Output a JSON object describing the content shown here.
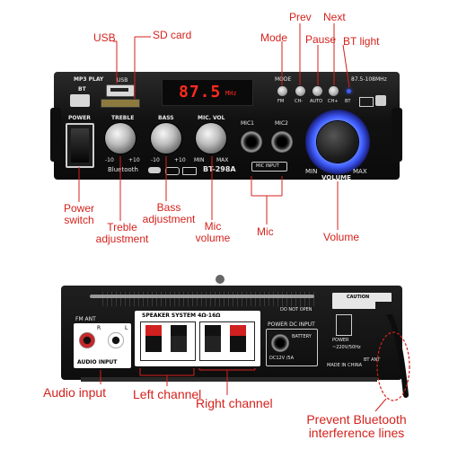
{
  "callouts": {
    "usb": "USB",
    "sd_card": "SD card",
    "mode": "Mode",
    "prev": "Prev",
    "pause": "Pause",
    "next": "Next",
    "bt_light": "BT light",
    "power_switch_l1": "Power",
    "power_switch_l2": "switch",
    "treble_l1": "Treble",
    "treble_l2": "adjustment",
    "bass_l1": "Bass",
    "bass_l2": "adjustment",
    "mic_vol_l1": "Mic",
    "mic_vol_l2": "volume",
    "mic": "Mic",
    "volume": "Volume",
    "audio_input": "Audio input",
    "left_channel": "Left channel",
    "right_channel": "Right channel",
    "prevent_bt_l1": "Prevent Bluetooth",
    "prevent_bt_l2": "interference lines"
  },
  "front_panel": {
    "mp3_play": "MP3 PLAY",
    "bt": "BT",
    "usb_label": "USB",
    "display": "87.5",
    "display_unit": "MHz",
    "power": "POWER",
    "treble": "TREBLE",
    "bass": "BASS",
    "mic_vol": "MIC. VOL",
    "min": "MIN",
    "max": "MAX",
    "minus10": "-10",
    "plus10": "+10",
    "bluetooth": "Bluetooth",
    "model": "BT-298A",
    "mic1": "MIC1",
    "mic2": "MIC2",
    "mic_input": "MIC INPUT",
    "mode_btn": "MODE",
    "fm_range": "87.5-108MHz",
    "fm": "FM",
    "ch_minus": "CH-",
    "auto": "AUTO",
    "ch_plus": "CH+",
    "bt_small": "BT",
    "volume": "VOLUME",
    "vol_min": "MIN",
    "vol_max": "MAX"
  },
  "rear_panel": {
    "fm_ant": "FM ANT",
    "audio_input": "AUDIO INPUT",
    "r": "R",
    "l": "L",
    "speaker_system": "SPEAKER SYSTEM 4Ω-16Ω",
    "power_dc_input": "POWER DC INPUT",
    "power": "POWER",
    "power_rating": "~220V/50Hz",
    "dc_rating": "DC12V /5A",
    "battery": "BATTERY",
    "made_in_china": "MADE IN CHINA",
    "caution": "CAUTION",
    "do_not_open": "DO NOT OPEN",
    "bt_ant": "BT ANT"
  },
  "colors": {
    "callout_red": "#d4221c",
    "display_red": "#ff2a1f",
    "volume_glow": "#3f5dff"
  }
}
